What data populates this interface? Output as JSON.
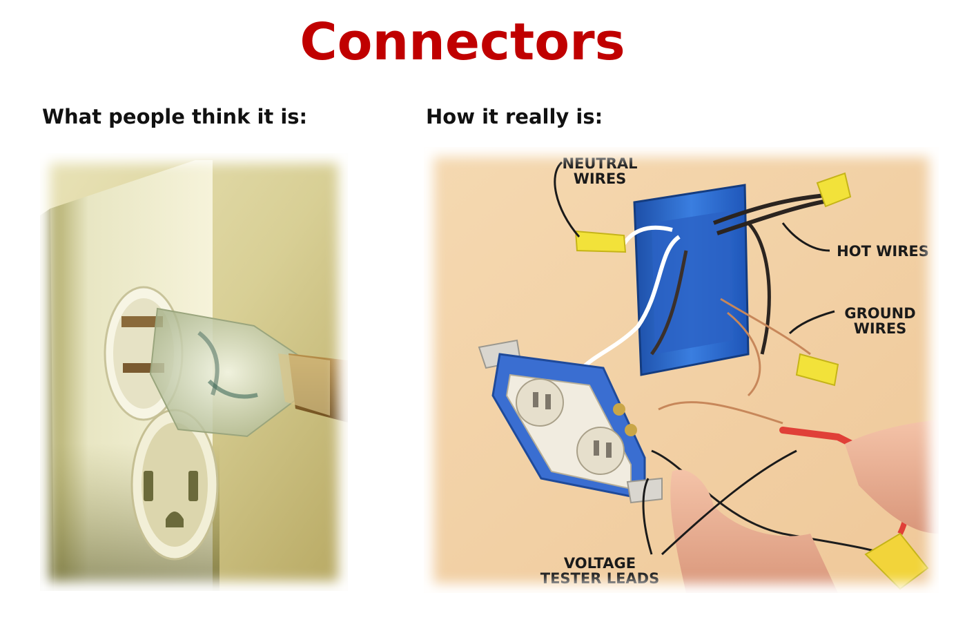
{
  "title": "Connectors",
  "left": {
    "caption": "What people think it is:",
    "image": "plug-in-wall-outlet-photo"
  },
  "right": {
    "caption": "How it really is:",
    "image": "outlet-wiring-diagram-photo",
    "labels": {
      "neutral_line1": "NEUTRAL",
      "neutral_line2": "WIRES",
      "hot": "HOT WIRES",
      "ground_line1": "GROUND",
      "ground_line2": "WIRES",
      "voltage_line1": "VOLTAGE",
      "voltage_line2": "TESTER LEADS"
    }
  },
  "colors": {
    "title": "#c00000",
    "box_blue": "#2f6fd0",
    "wire_nut_yellow": "#f2e23a",
    "wall_tan": "#f3d3a8"
  }
}
